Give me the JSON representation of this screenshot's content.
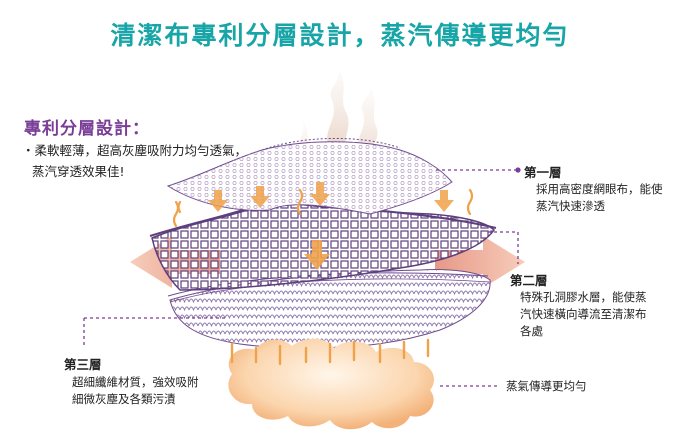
{
  "headline": "清潔布專利分層設計，蒸汽傳導更均勻",
  "design": {
    "heading": "專利分層設計：",
    "intro_line1": "・柔軟輕薄，超高灰塵吸附力均勻透氣，",
    "intro_line2": "蒸汽穿透效果佳!"
  },
  "layers": {
    "first": {
      "title": "第一層",
      "line1": "採用高密度網眼布，能使",
      "line2": "蒸汽快速滲透"
    },
    "second": {
      "title": "第二層",
      "line1": "特殊孔洞膠水層，能使蒸",
      "line2": "汽快速橫向導流至清潔布",
      "line3": "各處"
    },
    "third": {
      "title": "第三層",
      "line1": "超細纖維材質，強效吸附",
      "line2": "細微灰塵及各類污漬"
    }
  },
  "steam_label": "蒸氣傳導更均勻",
  "colors": {
    "headline": "#18a5a8",
    "heading": "#7a3e97",
    "leader": "#7a3e97",
    "steam": "#f0a24a",
    "cloud": "#f7c08a",
    "fabric_line": "#6e4a8c"
  }
}
